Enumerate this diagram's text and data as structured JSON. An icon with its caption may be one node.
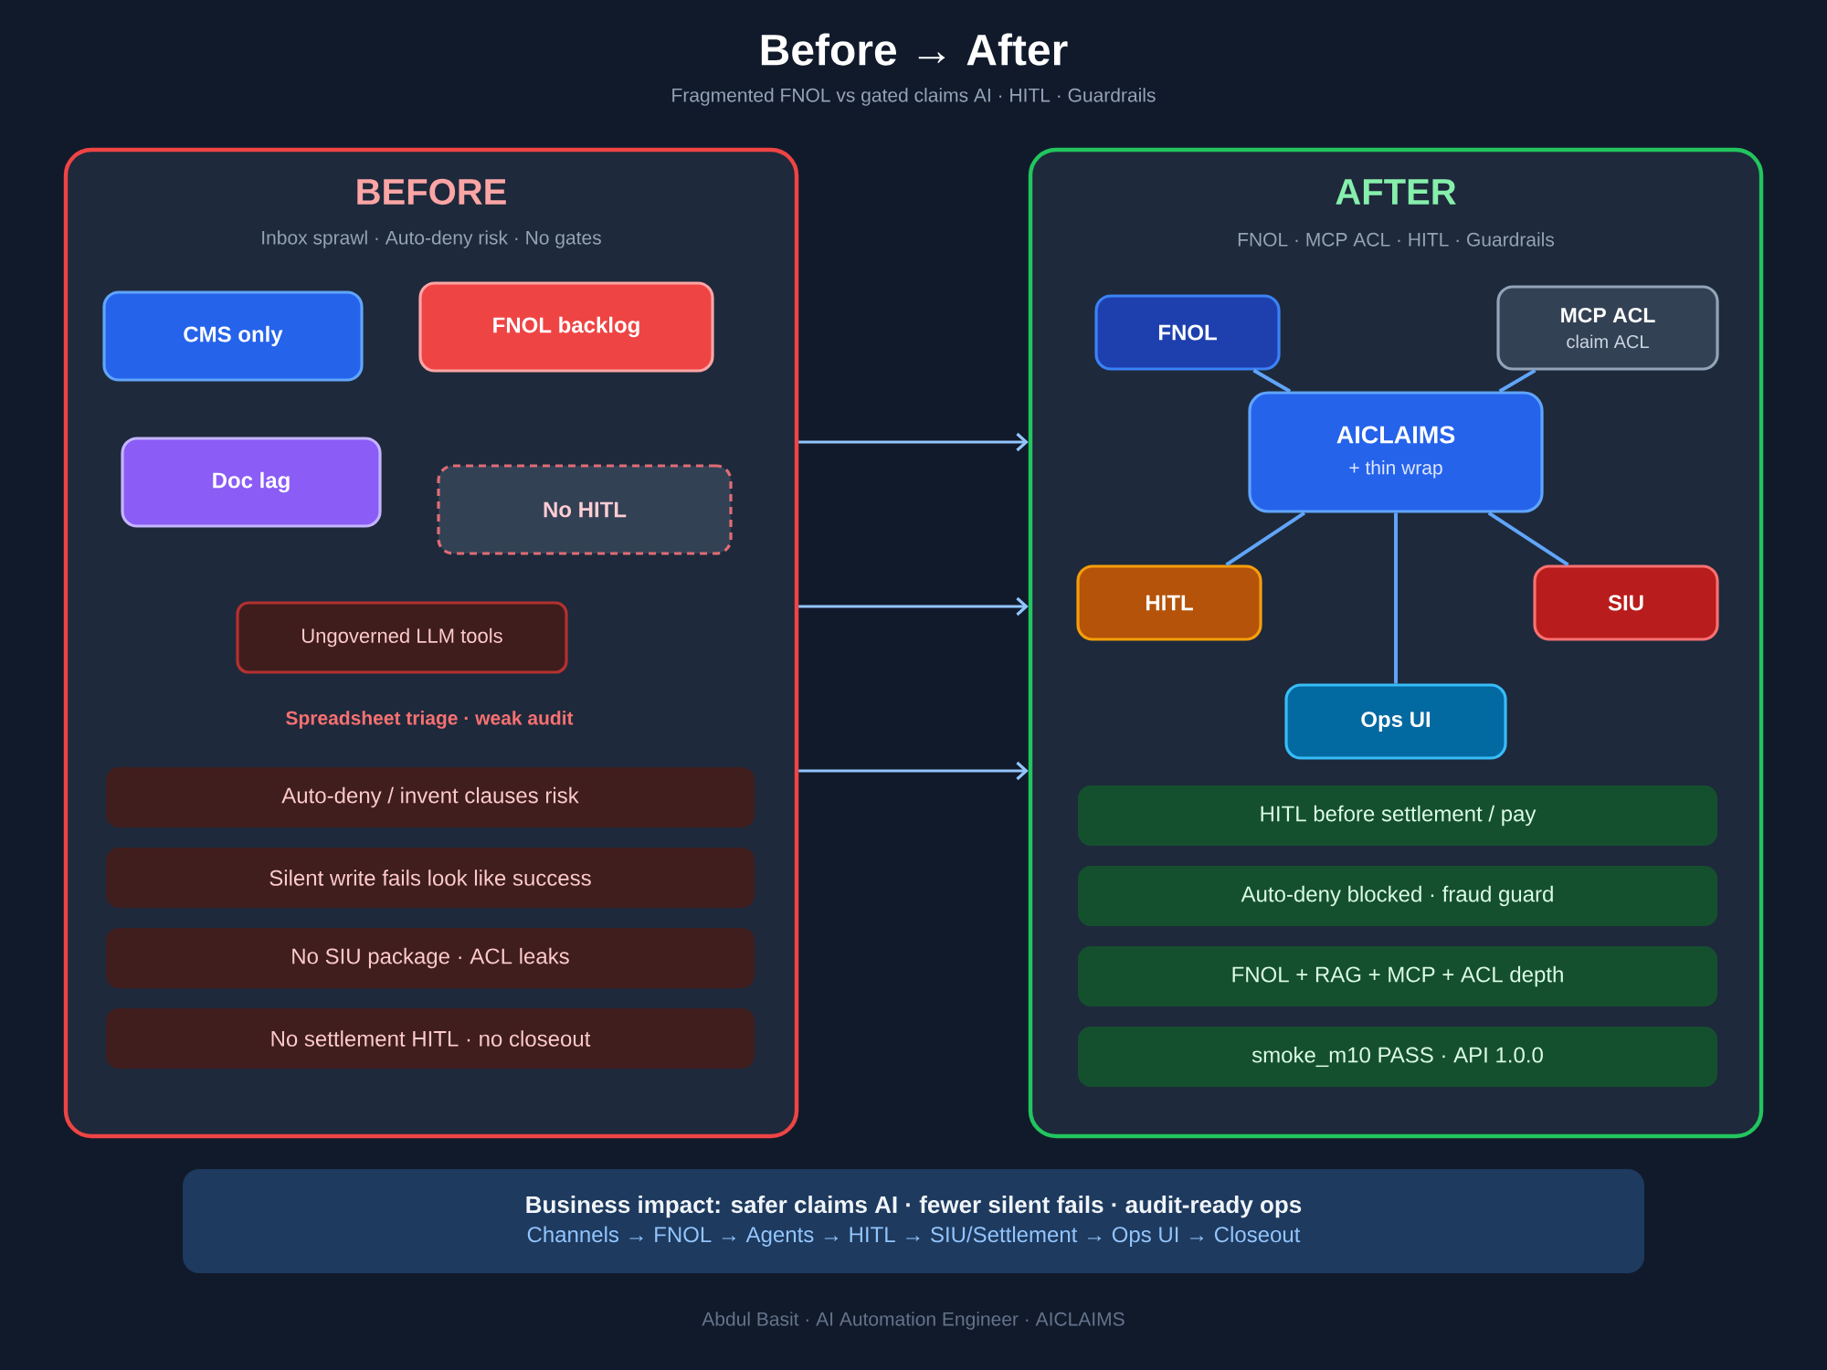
{
  "diagram": {
    "title": "Before → After",
    "nodes": [
      {
        "text": [
          "BEFORE",
          "Inbox sprawl · Auto-deny risk · No gates"
        ]
      },
      {
        "text": [
          "CMS only"
        ],
        "in": 0
      },
      {
        "text": [
          "FNOL backlog"
        ],
        "in": 0
      },
      {
        "text": [
          "Doc lag"
        ],
        "in": 0
      },
      {
        "text": [
          "No HITL"
        ],
        "in": 0
      },
      {
        "text": [
          "Ungoverned LLM tools"
        ],
        "in": 0
      },
      {
        "text": [
          "Auto-deny / invent clauses risk"
        ],
        "in": 0
      },
      {
        "text": [
          "Silent write fails look like success"
        ],
        "in": 0
      },
      {
        "text": [
          "No SIU package · ACL leaks"
        ],
        "in": 0
      },
      {
        "text": [
          "No settlement HITL · no closeout"
        ],
        "in": 0
      },
      {
        "text": [
          "AFTER",
          "FNOL · MCP ACL · HITL · Guardrails"
        ]
      },
      {
        "text": [
          "FNOL"
        ],
        "in": 10
      },
      {
        "text": [
          "MCP ACL",
          "claim ACL"
        ],
        "in": 10
      },
      {
        "text": [
          "AICLAIMS",
          "+ thin wrap"
        ],
        "in": 10
      },
      {
        "text": [
          "HITL"
        ],
        "in": 10
      },
      {
        "text": [
          "SIU"
        ],
        "in": 10
      },
      {
        "text": [
          "Ops UI"
        ],
        "in": 10
      },
      {
        "text": [
          "HITL before settlement / pay"
        ],
        "in": 10
      },
      {
        "text": [
          "Auto-deny blocked · fraud guard"
        ],
        "in": 10
      },
      {
        "text": [
          "FNOL + RAG + MCP + ACL depth"
        ],
        "in": 10
      },
      {
        "text": [
          "smoke_m10 PASS · API 1.0.0"
        ],
        "in": 10
      },
      {
        "text": [
          "Business impact: safer claims AI · fewer silent fails · audit-ready ops",
          "Channels → FNOL → Agents → HITL → SIU/Settlement → Ops UI → Closeout"
        ]
      }
    ],
    "edges": [
      {
        "from": 11,
        "to": 13,
        "arrow": "none"
      },
      {
        "from": 12,
        "to": 13,
        "arrow": "none"
      },
      {
        "from": 13,
        "to": 14,
        "arrow": "none"
      },
      {
        "from": 13,
        "to": 15,
        "arrow": "none"
      },
      {
        "from": 13,
        "to": 16,
        "arrow": "none"
      },
      {
        "from": 0,
        "to": 10,
        "arrow": "to",
        "color": "#93c5fd"
      },
      {
        "from": 0,
        "to": 10,
        "arrow": "to",
        "color": "#93c5fd"
      },
      {
        "from": 0,
        "to": 10,
        "arrow": "to",
        "color": "#93c5fd"
      }
    ],
    "labels": [
      "Fragmented FNOL vs gated claims AI · HITL · Guardrails",
      "Spreadsheet triage · weak audit",
      "Abdul Basit · AI Automation Engineer · AICLAIMS"
    ]
  }
}
